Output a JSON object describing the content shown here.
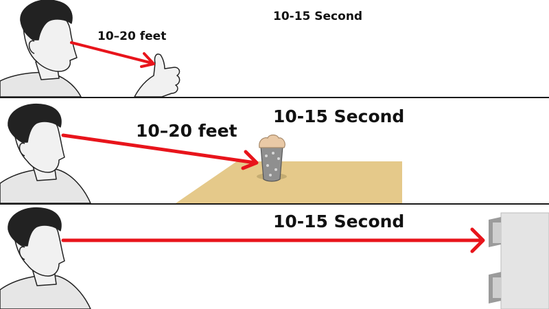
{
  "panels": [
    {
      "time_label": "10-15 Second",
      "distance_label": "10–20 feet",
      "target": "thumb"
    },
    {
      "time_label": "10-15 Second",
      "distance_label": "10–20 feet",
      "target": "cup-on-table"
    },
    {
      "time_label": "10-15 Second",
      "target": "wall-shelf"
    }
  ],
  "colors": {
    "arrow": "#e8141b",
    "table": "#e5c98a",
    "skin": "#f1f1f1",
    "hair": "#222222",
    "shirt": "#e6e6e6",
    "cup": "#8f8f8f",
    "wall": "#e4e4e4",
    "divider": "#1a1a1a"
  }
}
